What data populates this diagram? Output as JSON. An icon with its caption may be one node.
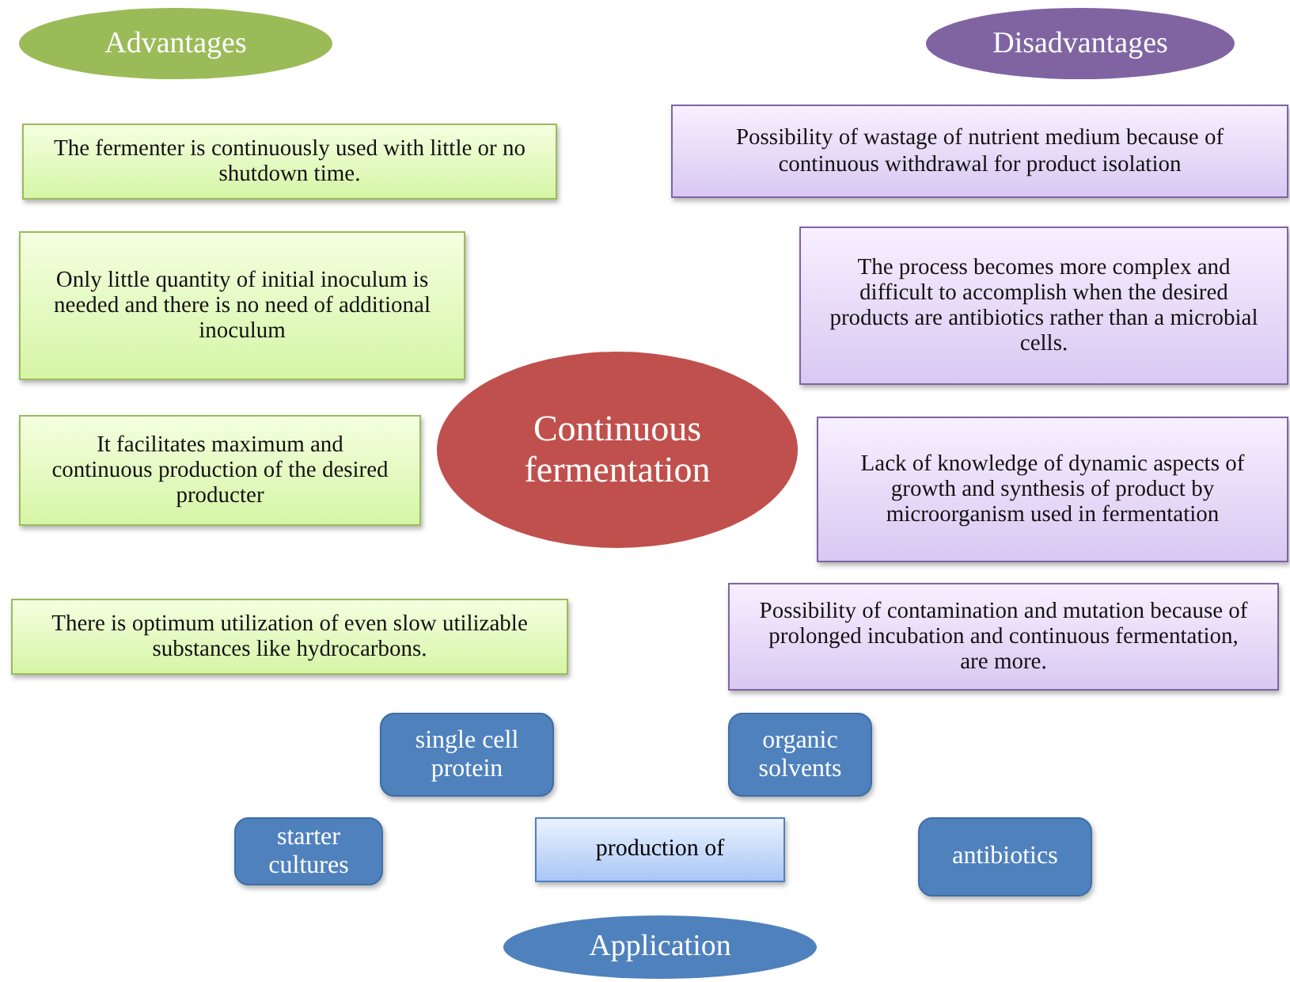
{
  "diagram": {
    "nodes": [
      {
        "text": [
          "Advantages"
        ]
      },
      {
        "text": [
          "Disadvantages"
        ]
      },
      {
        "text": [
          "The fermenter is continuously used with little or no shutdown time."
        ]
      },
      {
        "text": [
          "Only little quantity of initial inoculum is needed and there is no need of additional inoculum"
        ]
      },
      {
        "text": [
          "It facilitates maximum and continuous production of the desired producter"
        ]
      },
      {
        "text": [
          "There is optimum utilization of even slow utilizable substances like hydrocarbons."
        ]
      },
      {
        "text": [
          "Continuous fermentation"
        ]
      },
      {
        "text": [
          "Possibility of wastage of nutrient medium because of continuous withdrawal for product isolation"
        ]
      },
      {
        "text": [
          "The process becomes more complex and difficult to accomplish when the desired products are antibiotics rather than a microbial cells."
        ]
      },
      {
        "text": [
          "Lack of knowledge of dynamic aspects of growth and synthesis of product by microorganism used in fermentation"
        ]
      },
      {
        "text": [
          "Possibility of contamination and mutation because of prolonged incubation and continuous fermentation, are more."
        ]
      },
      {
        "text": [
          "single cell protein"
        ]
      },
      {
        "text": [
          "organic solvents"
        ]
      },
      {
        "text": [
          "starter cultures"
        ]
      },
      {
        "text": [
          "production of"
        ]
      },
      {
        "text": [
          "antibiotics"
        ]
      },
      {
        "text": [
          "Application"
        ]
      }
    ]
  }
}
